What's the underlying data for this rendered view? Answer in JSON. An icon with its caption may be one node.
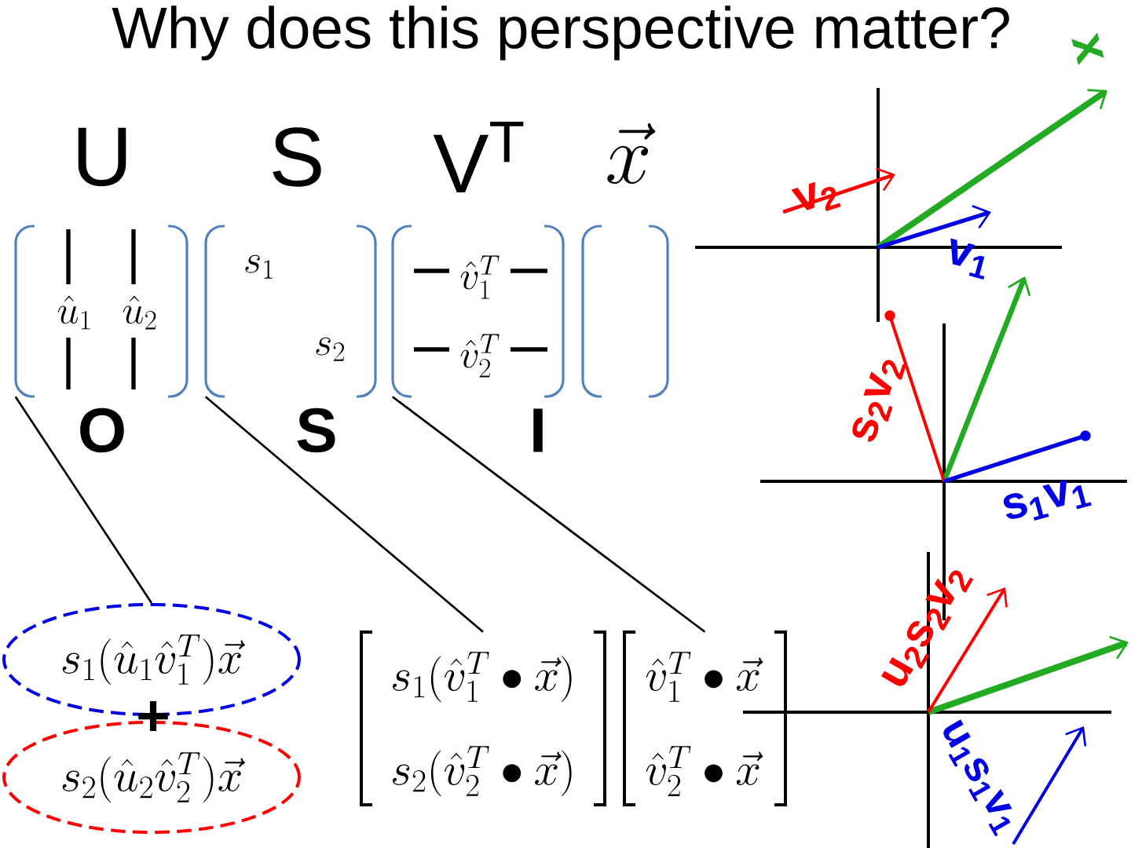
{
  "diagram": {
    "title": "Why does this perspective matter?",
    "nodes": [
      {
        "text": [
          "U",
          "\\hat{u}_1",
          "\\hat{u}_2",
          "O"
        ]
      },
      {
        "text": [
          "S",
          "s_1",
          "s_2",
          "S"
        ]
      },
      {
        "text": [
          "V$^{T}$",
          "\\hat{v}_1^T",
          "\\hat{v}_2^T",
          "I"
        ]
      },
      {
        "text": [
          "\\vec{x}"
        ]
      },
      {
        "text": [
          "s_1(\\hat{u}_1\\hat{v}_1^T)\\vec{x}"
        ]
      },
      {
        "text": [
          "s_2(\\hat{u}_2\\hat{v}_2^T)\\vec{x}"
        ]
      },
      {
        "text": [
          "s_1(\\hat{v}_1^T \\bullet \\vec{x})",
          "s_2(\\hat{v}_2^T \\bullet \\vec{x})"
        ]
      },
      {
        "text": [
          "\\hat{v}_1^T \\bullet \\vec{x}",
          "\\hat{v}_2^T \\bullet \\vec{x}"
        ]
      }
    ],
    "edges": [
      {
        "from": 0,
        "to": 4,
        "arrow": "none"
      },
      {
        "from": 1,
        "to": 6,
        "arrow": "none"
      },
      {
        "from": 2,
        "to": 7,
        "arrow": "none"
      }
    ],
    "labels": [
      "+",
      "x",
      "v$_{2}$",
      "v$_{1}$",
      "s$_{2}$v$_{2}$",
      "s$_{1}$v$_{1}$",
      "u$_{2}$s$_{2}$v$_{2}$",
      "u$_{1}$s$_{1}$v$_{1}$"
    ]
  }
}
